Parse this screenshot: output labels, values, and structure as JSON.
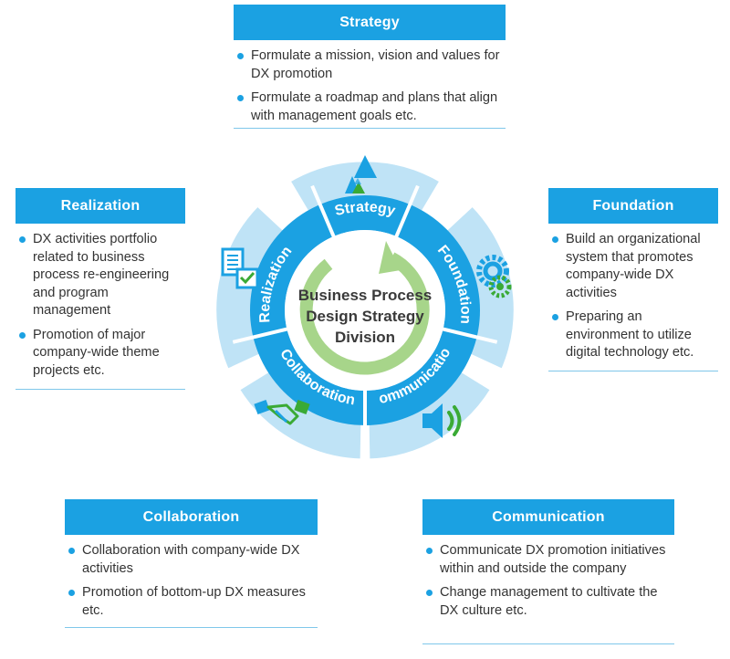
{
  "center": {
    "lines": [
      "Business Process",
      "Design Strategy",
      "Division"
    ]
  },
  "ring_labels": [
    "Strategy",
    "Foundation",
    "Communication",
    "Collaboration",
    "Realization"
  ],
  "cards": {
    "strategy": {
      "title": "Strategy",
      "items": [
        "Formulate a mission, vision and values for DX promotion",
        "Formulate a roadmap and plans that align with management goals etc."
      ]
    },
    "realization": {
      "title": "Realization",
      "items": [
        "DX activities portfolio related to business process re-engineering and program management",
        "Promotion of major company-wide theme projects etc."
      ]
    },
    "foundation": {
      "title": "Foundation",
      "items": [
        "Build an organizational system that promotes company-wide DX activities",
        "Preparing an environment to utilize digital technology etc."
      ]
    },
    "collaboration": {
      "title": "Collaboration",
      "items": [
        "Collaboration with company-wide DX activities",
        "Promotion of bottom-up DX measures etc."
      ]
    },
    "communication": {
      "title": "Communication",
      "items": [
        "Communicate DX promotion initiatives within and outside the company",
        "Change management to cultivate the DX culture etc."
      ]
    }
  },
  "icons": {
    "strategy": "mountain-icon",
    "foundation": "gears-icon",
    "communication": "speaker-icon",
    "collaboration": "handshake-icon",
    "realization": "checklist-icon"
  },
  "colors": {
    "accent_blue": "#1ba1e2",
    "outer_ring": "#bfe3f6",
    "center_green": "#a7d58a",
    "icon_green": "#3aaa35"
  }
}
